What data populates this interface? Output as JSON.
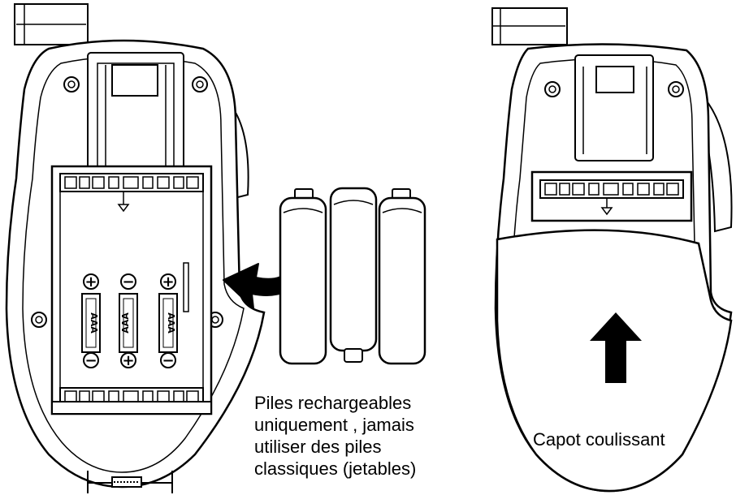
{
  "captions": {
    "batteries": [
      "Piles rechargeables",
      "uniquement , jamais",
      "utiliser des piles",
      "classiques (jetables)"
    ],
    "cover": "Capot coulissant"
  },
  "battery_labels": [
    "AAA",
    "AAA",
    "AAA"
  ],
  "polarity_left": [
    "+",
    "−",
    "+"
  ],
  "polarity_right": [
    "−",
    "+",
    "−"
  ],
  "colors": {
    "stroke": "#000000",
    "fill": "#ffffff"
  }
}
